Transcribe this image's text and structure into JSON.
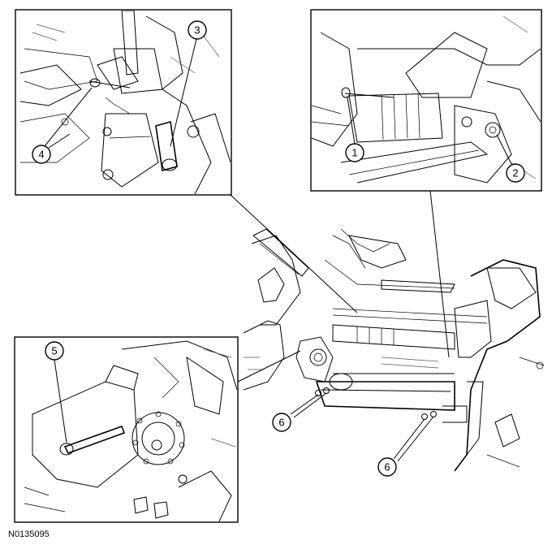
{
  "figure_id": "N0135095",
  "callouts": {
    "c1": "1",
    "c2": "2",
    "c3": "3",
    "c4": "4",
    "c5": "5",
    "c6a": "6",
    "c6b": "6"
  }
}
